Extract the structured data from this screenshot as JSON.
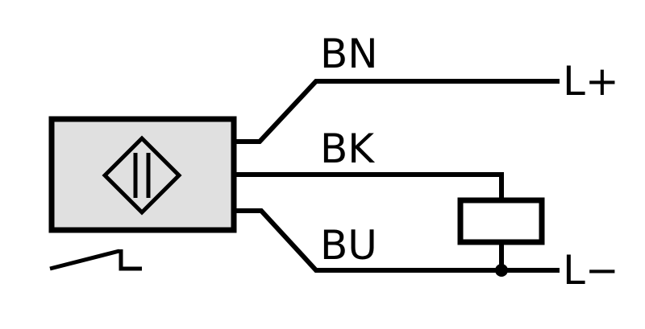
{
  "wires": {
    "brown": "BN",
    "black": "BK",
    "blue": "BU"
  },
  "terminals": {
    "positive": "L+",
    "negative": "L−"
  },
  "icons": {
    "sensor": "inductive-sensor-symbol",
    "switch": "normally-open-contact-symbol",
    "load": "load-resistor-symbol"
  },
  "colors": {
    "sensor_body_fill": "#e0e0e0",
    "line": "#000000"
  }
}
